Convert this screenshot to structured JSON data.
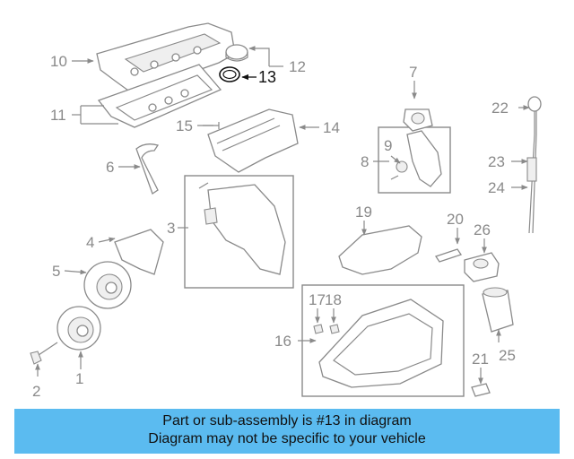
{
  "banner": {
    "line1": "Part or sub-assembly is #13 in diagram",
    "line2": "Diagram may not be specific to your vehicle"
  },
  "callouts": {
    "c1": "1",
    "c2": "2",
    "c3": "3",
    "c4": "4",
    "c5": "5",
    "c6": "6",
    "c7": "7",
    "c8": "8",
    "c9": "9",
    "c10": "10",
    "c11": "11",
    "c12": "12",
    "c13": "13",
    "c14": "14",
    "c15": "15",
    "c16": "16",
    "c17": "17",
    "c18": "18",
    "c19": "19",
    "c20": "20",
    "c21": "21",
    "c22": "22",
    "c23": "23",
    "c24": "24",
    "c25": "25",
    "c26": "26"
  },
  "highlight": {
    "part": "13",
    "color": "#111111"
  },
  "colors": {
    "banner": "#5bbbf0",
    "line": "#8a8a8a"
  }
}
